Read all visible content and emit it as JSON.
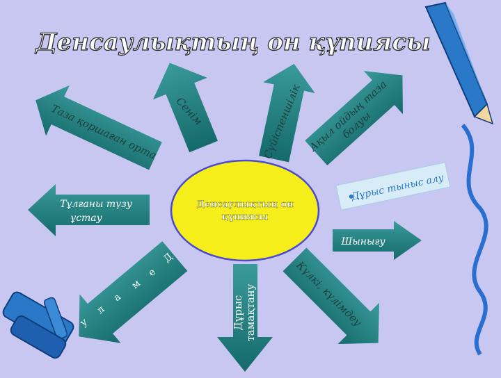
{
  "title": "Денсаулықтың он құпиясы",
  "center_label": [
    "Денсаулықтың он",
    "құпиясы"
  ],
  "arrows": {
    "clean_env": "Таза қоршаған орта",
    "faith": "Сенім",
    "satisfaction": "Сүйіспеншілік",
    "clear_mind": [
      "Ақыл ойдың таза",
      "болуы"
    ],
    "breathing": "Дұрыс тыныс алу",
    "hardening": "Шынығу",
    "posture": [
      "Тұлғаны түзу",
      "ұстау"
    ],
    "diet": [
      "Дұрыс",
      "тамақтану"
    ],
    "laughter": "Күлкі, күлімдеу",
    "rest_letters": [
      "Д",
      "е",
      "м",
      "а",
      "л",
      "у"
    ]
  },
  "colors": {
    "background": "#c7c7f2",
    "arrow": "#1f7f7f",
    "center_fill": "#f5ee1a",
    "center_stroke": "#4a4ad0",
    "pen_blue": "#2a78c8"
  },
  "icons": [
    "pen-icon",
    "pencils-icon"
  ]
}
